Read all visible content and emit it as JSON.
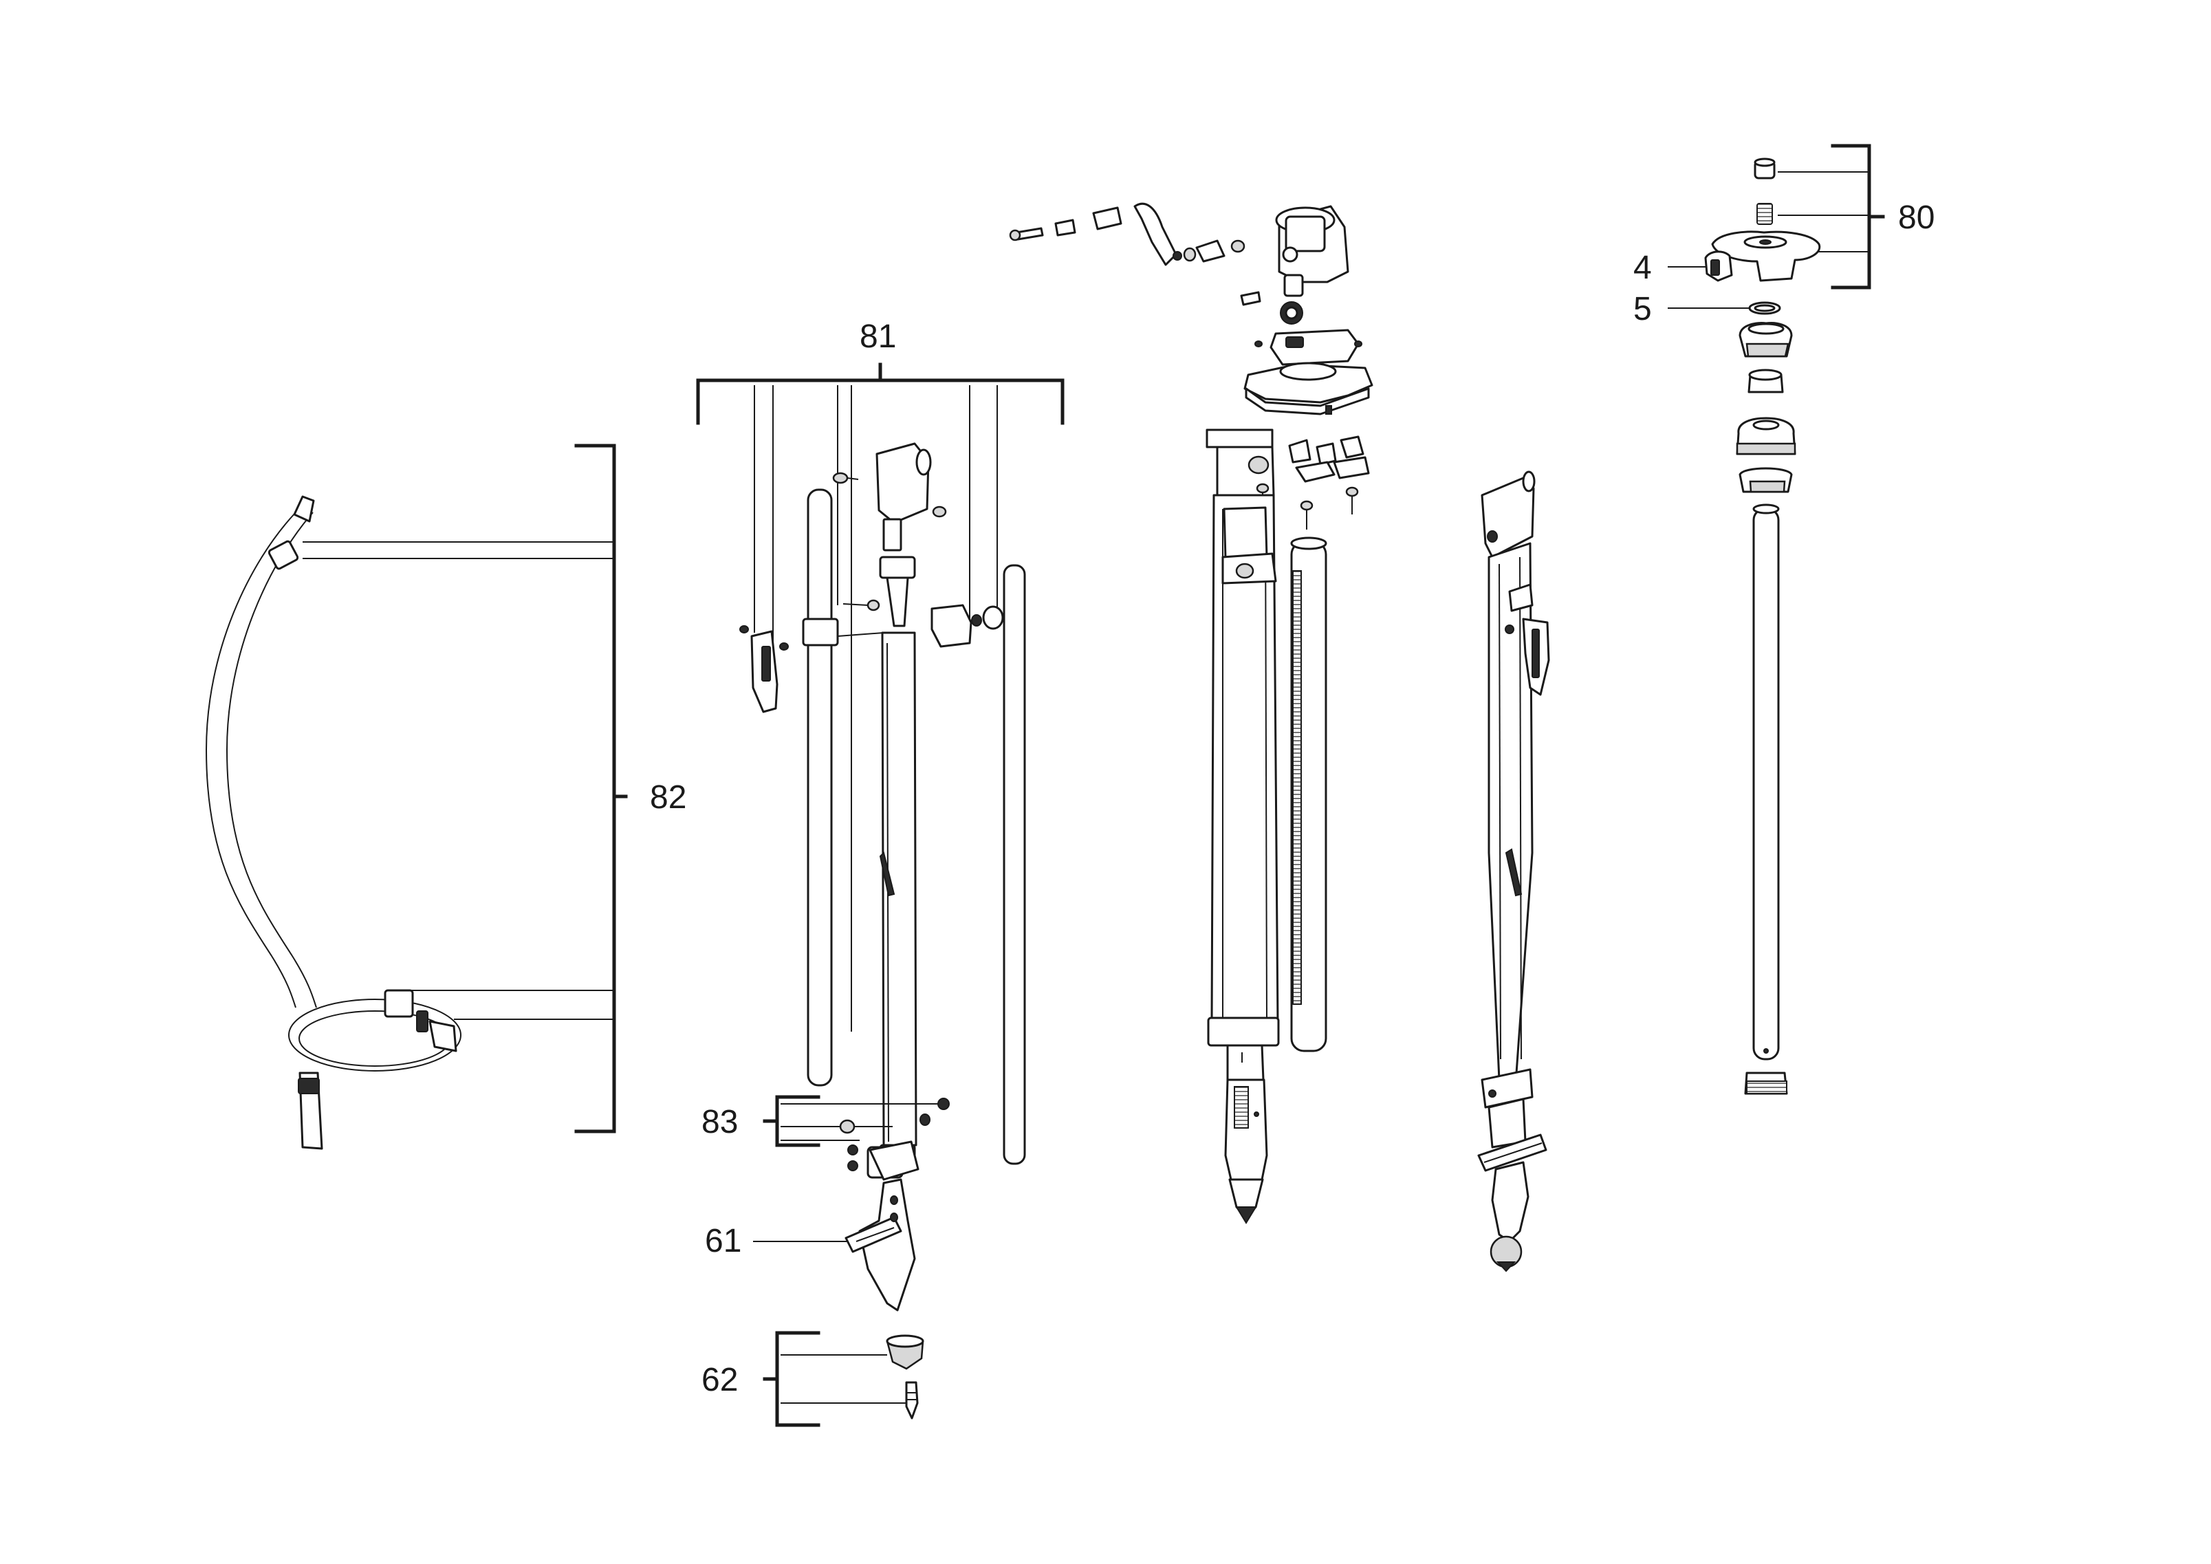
{
  "callouts": {
    "c80": "80",
    "c4": "4",
    "c5": "5",
    "c81": "81",
    "c82": "82",
    "c83": "83",
    "c61": "61",
    "c62": "62"
  },
  "icons": {
    "strap": "shoulder-strap-icon",
    "tripod": "tripod-icon",
    "center_pole": "center-pole-icon"
  }
}
